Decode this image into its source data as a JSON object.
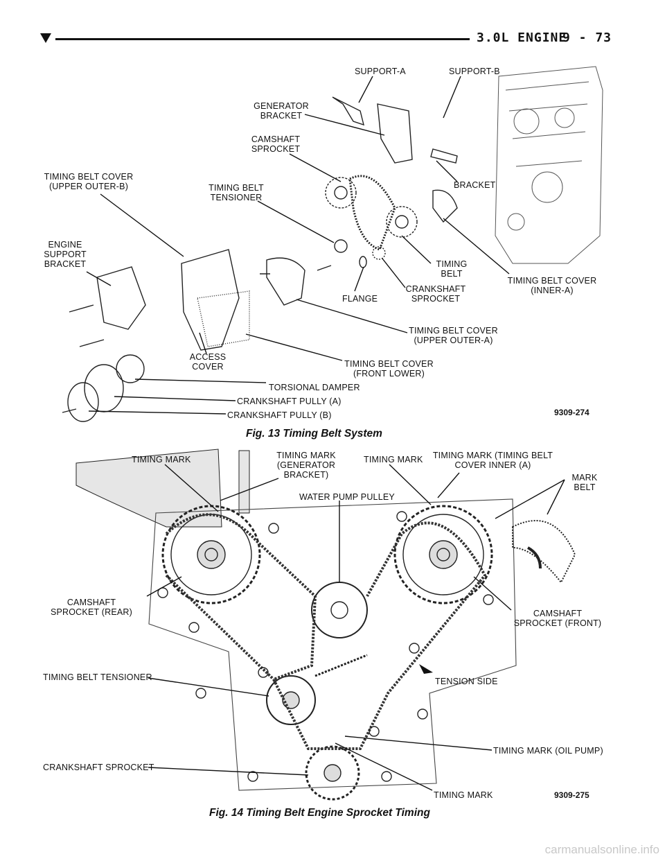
{
  "header": {
    "section": "3.0L ENGINE",
    "page": "9 - 73"
  },
  "fig13": {
    "caption": "Fig. 13 Timing Belt System",
    "code": "9309-274",
    "labels": {
      "support_a": "SUPPORT-A",
      "support_b": "SUPPORT-B",
      "generator_bracket": "GENERATOR BRACKET",
      "camshaft_sprocket": "CAMSHAFT SPROCKET",
      "cover_upper_outer_b": "TIMING BELT COVER (UPPER OUTER-B)",
      "tensioner": "TIMING BELT TENSIONER",
      "bracket": "BRACKET",
      "engine_support_bracket": "ENGINE SUPPORT BRACKET",
      "timing_belt": "TIMING BELT",
      "cover_inner_a": "TIMING BELT COVER (INNER-A)",
      "crankshaft_sprocket": "CRANKSHAFT SPROCKET",
      "flange": "FLANGE",
      "cover_upper_outer_a": "TIMING BELT COVER (UPPER OUTER-A)",
      "access_cover": "ACCESS COVER",
      "cover_front_lower": "TIMING BELT COVER (FRONT LOWER)",
      "torsional_damper": "TORSIONAL DAMPER",
      "pully_a": "CRANKSHAFT PULLY (A)",
      "pully_b": "CRANKSHAFT PULLY (B)"
    }
  },
  "fig14": {
    "caption": "Fig. 14 Timing Belt Engine Sprocket Timing",
    "code": "9309-275",
    "labels": {
      "timing_mark_1": "TIMING MARK",
      "timing_mark_gen": "TIMING MARK (GENERATOR BRACKET)",
      "timing_mark_2": "TIMING MARK",
      "timing_mark_cover": "TIMING MARK (TIMING BELT COVER INNER (A)",
      "mark_belt": "MARK BELT",
      "water_pump_pulley": "WATER PUMP PULLEY",
      "cam_rear": "CAMSHAFT SPROCKET (REAR)",
      "cam_front": "CAMSHAFT SPROCKET (FRONT)",
      "tensioner": "TIMING BELT TENSIONER",
      "tension_side": "TENSION SIDE",
      "mark_oil_pump": "TIMING MARK (OIL PUMP)",
      "crank_sprocket": "CRANKSHAFT SPROCKET",
      "timing_mark_bottom": "TIMING MARK"
    }
  },
  "watermark": "carmanualsonline.info"
}
